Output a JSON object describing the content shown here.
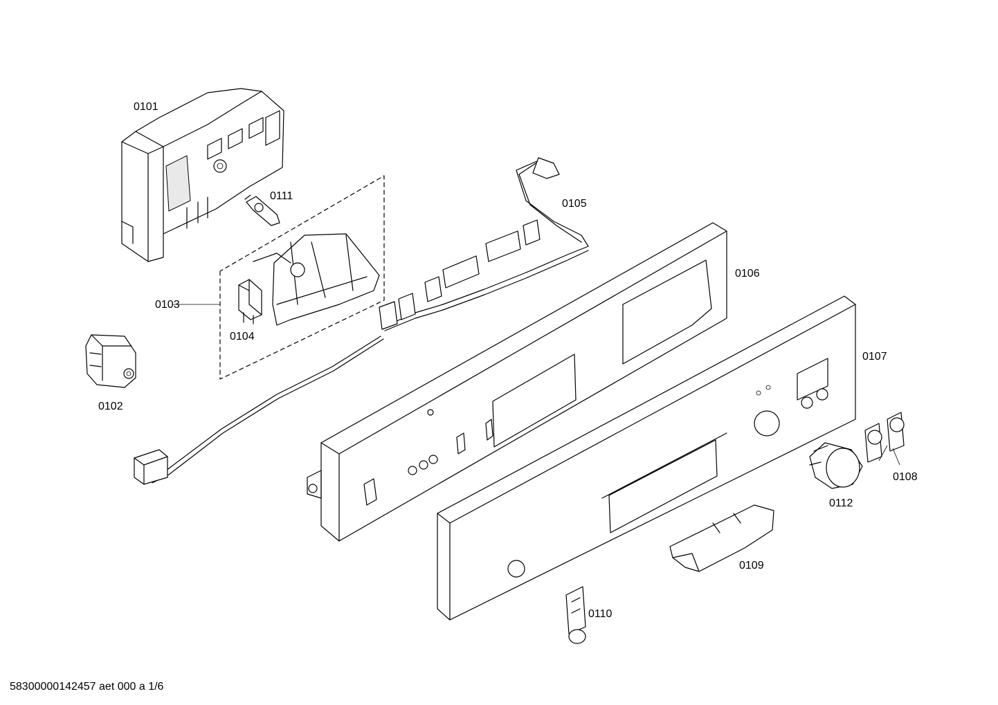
{
  "parts": {
    "p0101": "0101",
    "p0102": "0102",
    "p0103": "0103",
    "p0104": "0104",
    "p0105": "0105",
    "p0106": "0106",
    "p0107": "0107",
    "p0108": "0108",
    "p0109": "0109",
    "p0110": "0110",
    "p0111": "0111",
    "p0112": "0112"
  },
  "footer": {
    "doc_id": "58300000142457 aet 000 a 1/6"
  }
}
